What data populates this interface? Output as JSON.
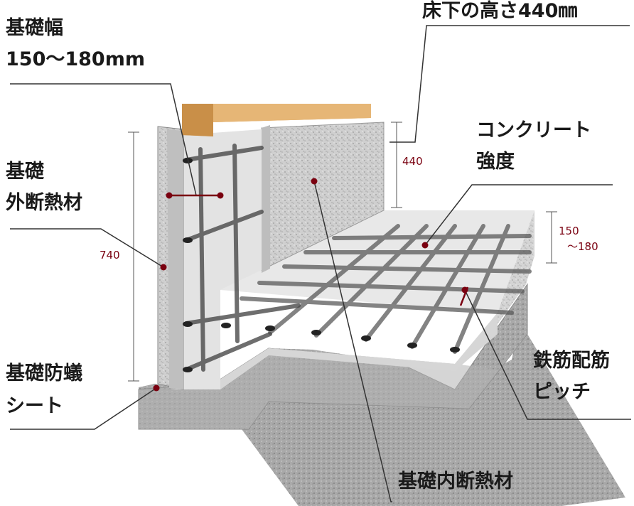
{
  "labels": {
    "width_title": "基礎幅",
    "width_value": "150〜180mm",
    "underfloor": "床下の高さ440㎜",
    "strength_line1": "コンクリート",
    "strength_line2": "強度",
    "outer_ins_line1": "基礎",
    "outer_ins_line2": "外断熱材",
    "moisture_line1": "基礎防蟻",
    "moisture_line2": "シート",
    "inner_ins": "基礎内断熱材",
    "pitch_line1": "鉄筋配筋",
    "pitch_line2": "ピッチ"
  },
  "dimensions": {
    "wall_height": "740",
    "underfloor_height": "440",
    "slab_top": "150",
    "slab_bottom": "〜180"
  },
  "colors": {
    "accent": "#7a0010",
    "text": "#1a1a1a",
    "concrete": "#cfcfcf",
    "wood": "#d7a15c"
  }
}
